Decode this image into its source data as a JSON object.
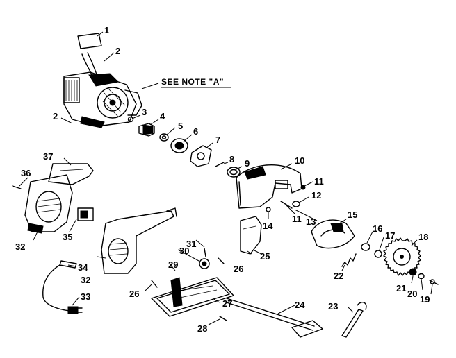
{
  "note": "SEE NOTE \"A\"",
  "callouts": {
    "c1": "1",
    "c2a": "2",
    "c2b": "2",
    "c3": "3",
    "c4": "4",
    "c5": "5",
    "c6": "6",
    "c7": "7",
    "c8": "8",
    "c9": "9",
    "c10": "10",
    "c11a": "11",
    "c11b": "11",
    "c12": "12",
    "c13": "13",
    "c14": "14",
    "c15": "15",
    "c16": "16",
    "c17": "17",
    "c18": "18",
    "c19": "19",
    "c20": "20",
    "c21": "21",
    "c22": "22",
    "c23": "23",
    "c24": "24",
    "c25": "25",
    "c26a": "26",
    "c26b": "26",
    "c27": "27",
    "c28": "28",
    "c29": "29",
    "c30": "30",
    "c31": "31",
    "c32a": "32",
    "c32b": "32",
    "c33": "33",
    "c34": "34",
    "c35": "35",
    "c36": "36",
    "c37": "37"
  }
}
